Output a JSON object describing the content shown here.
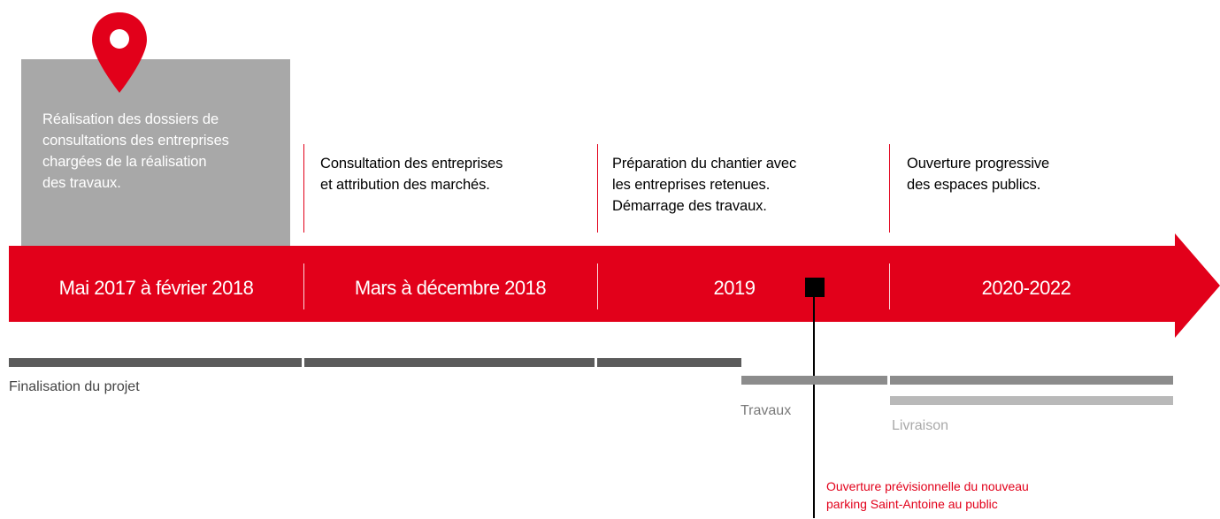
{
  "phases": [
    {
      "text": "Réalisation des dossiers de\nconsultations des entreprises\nchargées de la réalisation\ndes travaux.",
      "period": "Mai 2017 à février 2018",
      "active": true
    },
    {
      "text": "Consultation des entreprises\net attribution des marchés.",
      "period": "Mars à décembre 2018",
      "active": false
    },
    {
      "text": "Préparation du chantier avec\nles entreprises retenues.\nDémarrage des travaux.",
      "period": "2019",
      "active": false
    },
    {
      "text": "Ouverture progressive\ndes espaces publics.",
      "period": "2020-2022",
      "active": false
    }
  ],
  "tracks": {
    "finalisation": "Finalisation du projet",
    "travaux": "Travaux",
    "livraison": "Livraison"
  },
  "milestone": {
    "text": "Ouverture prévisionnelle du nouveau\nparking Saint-Antoine au public"
  },
  "colors": {
    "accent_red": "#e2001a",
    "active_box": "#a8a8a8",
    "bar_dark": "#5b5b5b",
    "bar_mid": "#8c8c8c",
    "bar_light": "#b9b9b9"
  },
  "icons": {
    "marker": "map-pin-icon",
    "milestone": "milestone-square-icon"
  }
}
